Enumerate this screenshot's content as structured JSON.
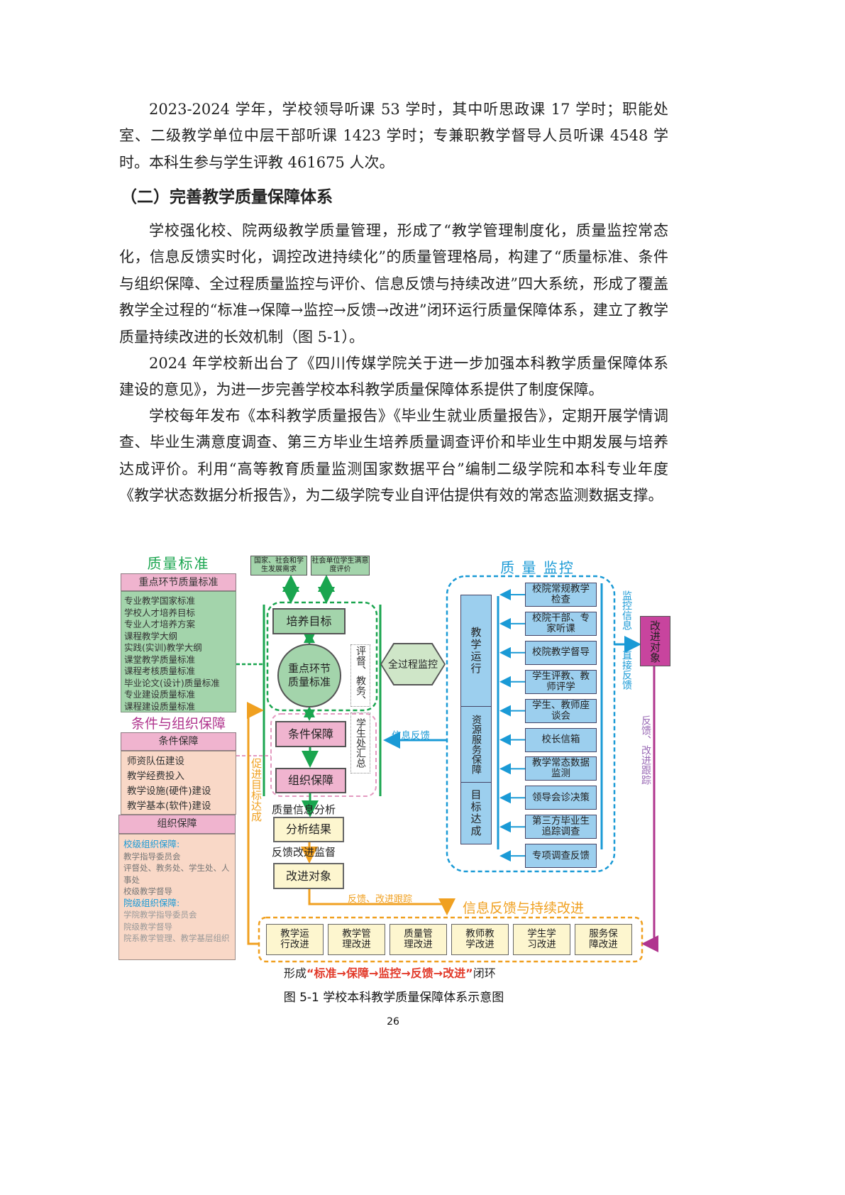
{
  "paragraphs": [
    "2023-2024 学年，学校领导听课 53 学时，其中听思政课 17 学时；职能处室、二级教学单位中层干部听课 1423 学时；专兼职教学督导人员听课 4548 学时。本科生参与学生评教 461675 人次。",
    "学校强化校、院两级教学质量管理，形成了“教学管理制度化，质量监控常态化，信息反馈实时化，调控改进持续化”的质量管理格局，构建了“质量标准、条件与组织保障、全过程质量监控与评价、信息反馈与持续改进”四大系统，形成了覆盖教学全过程的“标准→保障→监控→反馈→改进”闭环运行质量保障体系，建立了教学质量持续改进的长效机制（图 5-1）。",
    "2024 年学校新出台了《四川传媒学院关于进一步加强本科教学质量保障体系建设的意见》，为进一步完善学校本科教学质量保障体系提供了制度保障。",
    "学校每年发布《本科教学质量报告》《毕业生就业质量报告》，定期开展学情调查、毕业生满意度调查、第三方毕业生培养质量调查评价和毕业生中期发展与培养达成评价。利用“高等教育质量监测国家数据平台”编制二级学院和本科专业年度《教学状态数据分析报告》，为二级学院专业自评估提供有效的常态监测数据支撑。"
  ],
  "heading": "（二）完善教学质量保障体系",
  "diagram": {
    "colors": {
      "green": "#1aa54f",
      "blue": "#1a9ad6",
      "orange": "#f0a020",
      "pink": "#f0b4cf",
      "purple": "#b0358e"
    },
    "quality_standard": {
      "title": "质量标准",
      "header": "重点环节质量标准",
      "items": [
        "专业教学国家标准",
        "学校人才培养目标",
        "专业人才培养方案",
        "课程教学大纲",
        "实践(实训)教学大纲",
        "课堂教学质量标准",
        "课程考核质量标准",
        "毕业论文(设计)质量标准",
        "专业建设质量标准",
        "课程建设质量标准"
      ]
    },
    "condition_org": {
      "title": "条件与组织保障",
      "condition_header": "条件保障",
      "condition_items": [
        "师资队伍建设",
        "教学经费投入",
        "教学设施(硬件)建设",
        "教学基本(软件)建设"
      ],
      "org_header": "组织保障",
      "school_label": "校级组织保障:",
      "school_items": [
        "教学指导委员会",
        "评督处、教务处、学生处、人事处",
        "校级教学督导"
      ],
      "college_label": "院级组织保障:",
      "college_items": [
        "学院教学指导委员会",
        "院级教学督导",
        "院系教学管理、教学基层组织"
      ]
    },
    "top_inputs": [
      "国家、社会和学生发展需求",
      "社会单位学生满意度评价"
    ],
    "center": {
      "goal": "培养目标",
      "circle": "重点环节质量标准",
      "review_note": "评督、教务、",
      "summary_note": "学生处汇总",
      "condition": "条件保障",
      "organization": "组织保障",
      "info_analysis": "质量信息分析",
      "analysis_result": "分析结果",
      "feedback_supervise": "反馈改进监督",
      "improve_target": "改进对象",
      "promote_goal": "促进目标达成",
      "feedback_track": "反馈、改进跟踪"
    },
    "hexagon": "全过程监控",
    "info_feedback": "信息反馈",
    "monitoring": {
      "title": "质 量 监控",
      "columns": [
        "教学运行",
        "资源服务保障",
        "目标达成"
      ],
      "items": [
        "校院常规教学检查",
        "校院干部、专家听课",
        "校院教学督导",
        "学生评教、教师评学",
        "学生、教师座谈会",
        "校长信箱",
        "教学常态数据监测",
        "领导会诊决策",
        "第三方毕业生追踪调查",
        "专项调查反馈"
      ],
      "monitor_info": "监控信息",
      "direct_feedback": "直接反馈"
    },
    "right_target": "改进对象",
    "right_feedback": "反馈、改进跟踪",
    "improvement": {
      "title": "信息反馈与持续改进",
      "items": [
        "教学运行改进",
        "教学管理改进",
        "质量管理改进",
        "教师教学改进",
        "学生学习改进",
        "服务保障改进"
      ]
    },
    "loop_prefix": "形成",
    "loop_text": "“标准→保障→监控→反馈→改进”",
    "loop_suffix": "闭环"
  },
  "caption": "图 5-1  学校本科教学质量保障体系示意图",
  "page_number": "26"
}
